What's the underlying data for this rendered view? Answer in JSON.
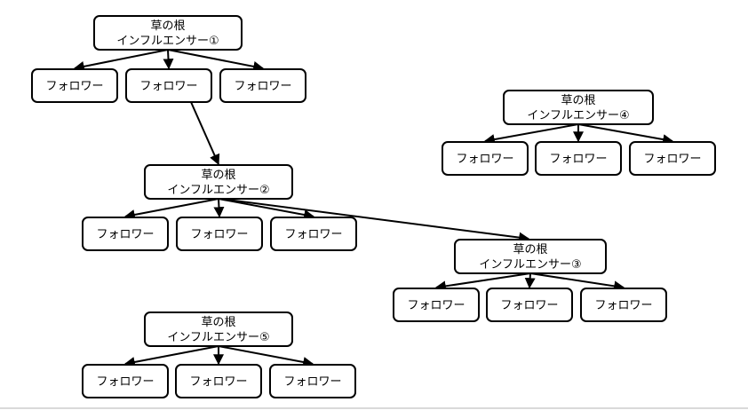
{
  "influencers": [
    {
      "line1": "草の根",
      "line2": "インフルエンサー①"
    },
    {
      "line1": "草の根",
      "line2": "インフルエンサー②"
    },
    {
      "line1": "草の根",
      "line2": "インフルエンサー③"
    },
    {
      "line1": "草の根",
      "line2": "インフルエンサー④"
    },
    {
      "line1": "草の根",
      "line2": "インフルエンサー⑤"
    }
  ],
  "follower_label": "フォロワー",
  "colors": {
    "stroke": "#000000",
    "fill": "#ffffff"
  }
}
